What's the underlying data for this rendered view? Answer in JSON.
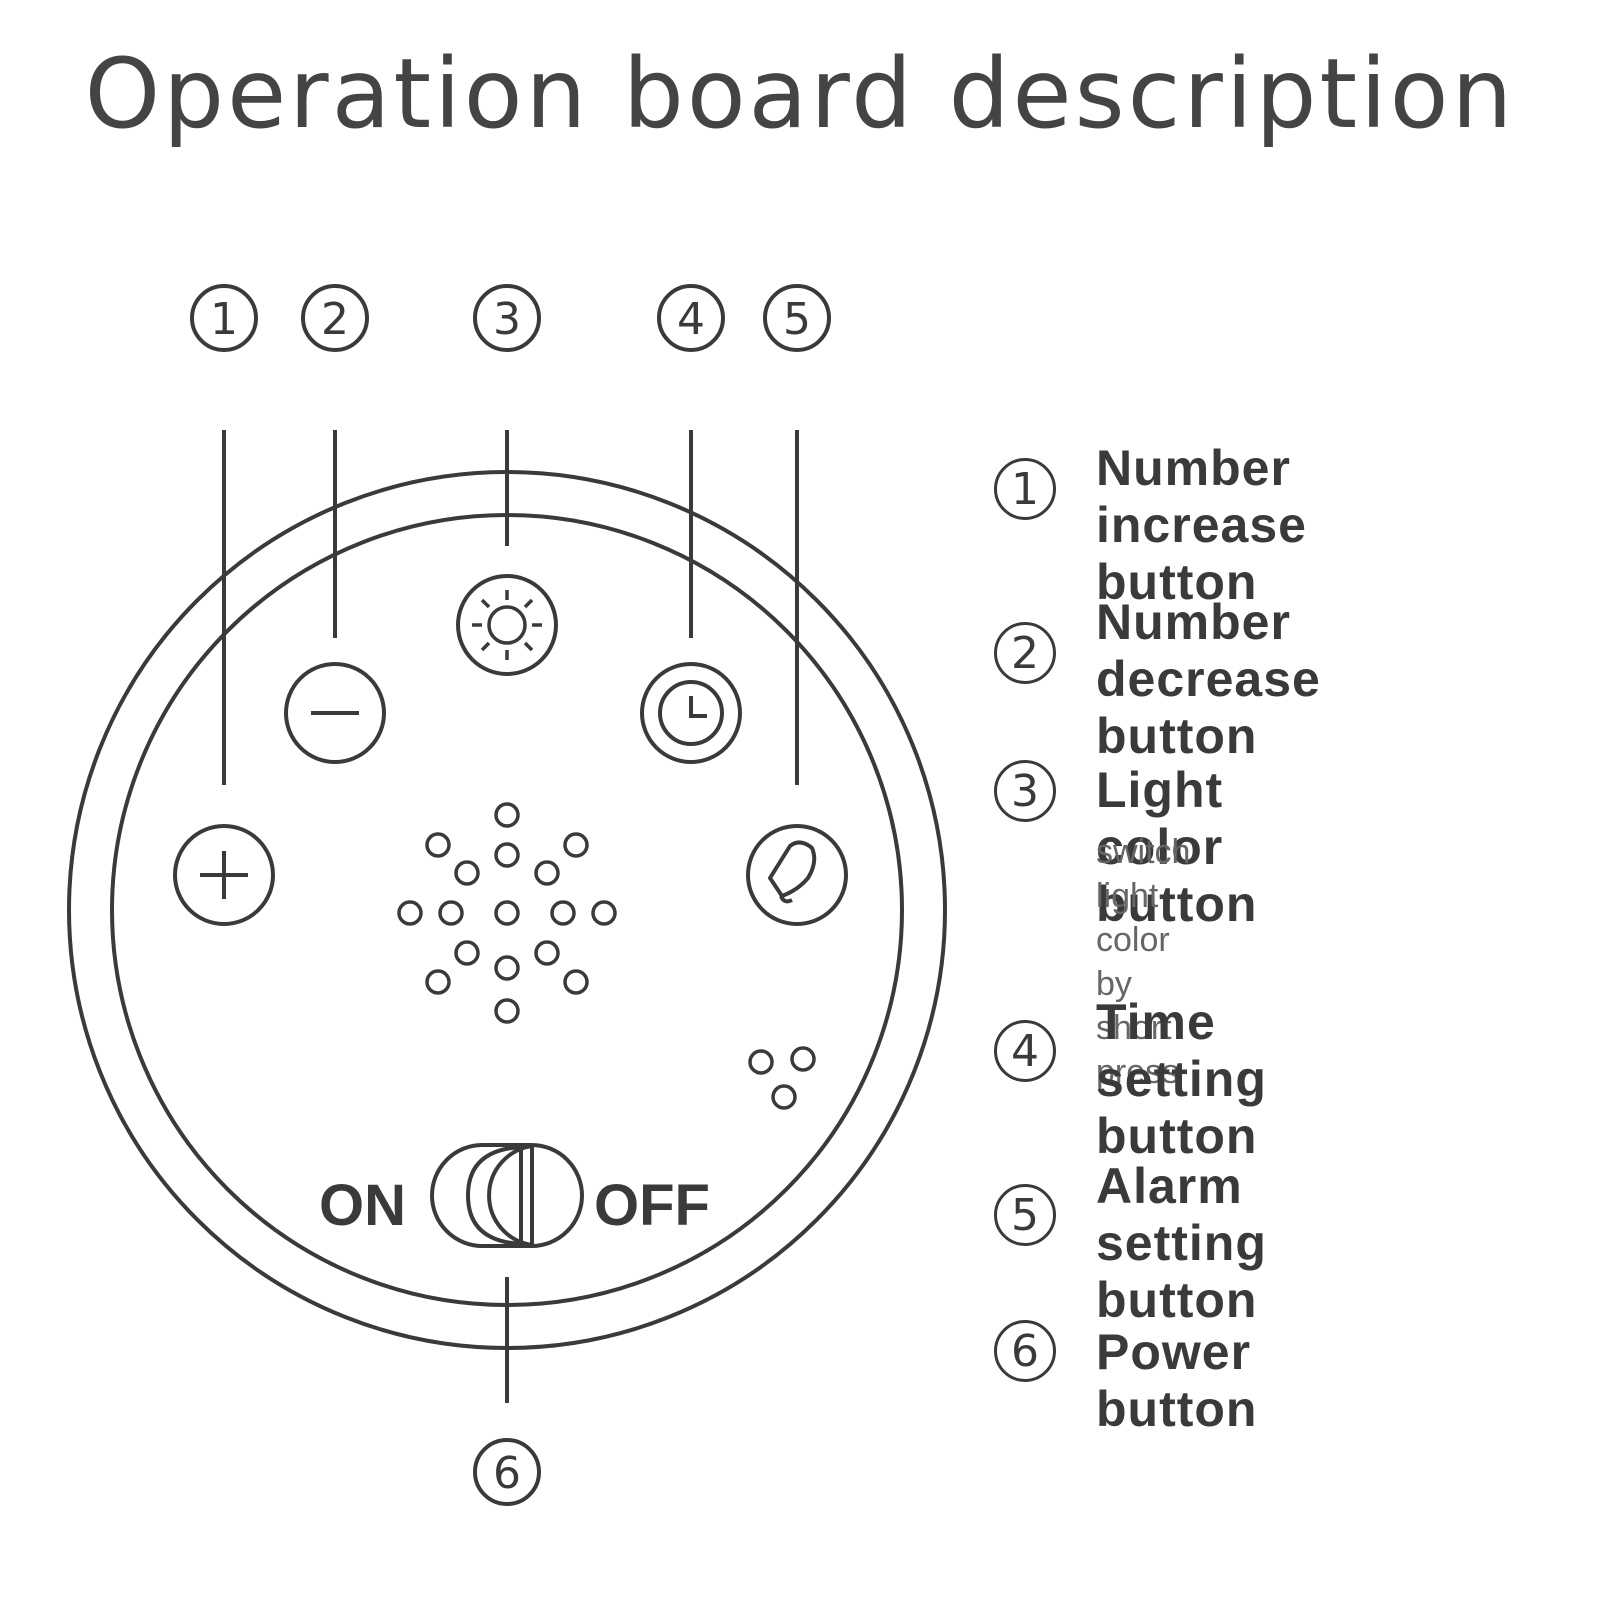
{
  "title": "Operation board description",
  "markers": [
    "1",
    "2",
    "3",
    "4",
    "5",
    "6"
  ],
  "switch": {
    "on_label": "ON",
    "off_label": "OFF"
  },
  "legend": [
    {
      "num": "1",
      "line1": "Number increase",
      "line2": "button",
      "icon": "plus-icon"
    },
    {
      "num": "2",
      "line1": "Number decrease",
      "line2": "button",
      "icon": "minus-icon"
    },
    {
      "num": "3",
      "line1": "Light color button",
      "sub1": "switch light color by",
      "sub2": "short press",
      "icon": "sun-icon"
    },
    {
      "num": "4",
      "line1": "Time setting",
      "line2": "button",
      "icon": "clock-icon"
    },
    {
      "num": "5",
      "line1": "Alarm setting",
      "line2": "button",
      "icon": "bell-icon"
    },
    {
      "num": "6",
      "line1": "Power button",
      "icon": "power-switch-icon"
    }
  ],
  "colors": {
    "stroke": "#3a3a3a",
    "text": "#3a3a3a",
    "subtext": "#666666",
    "background": "#ffffff"
  }
}
